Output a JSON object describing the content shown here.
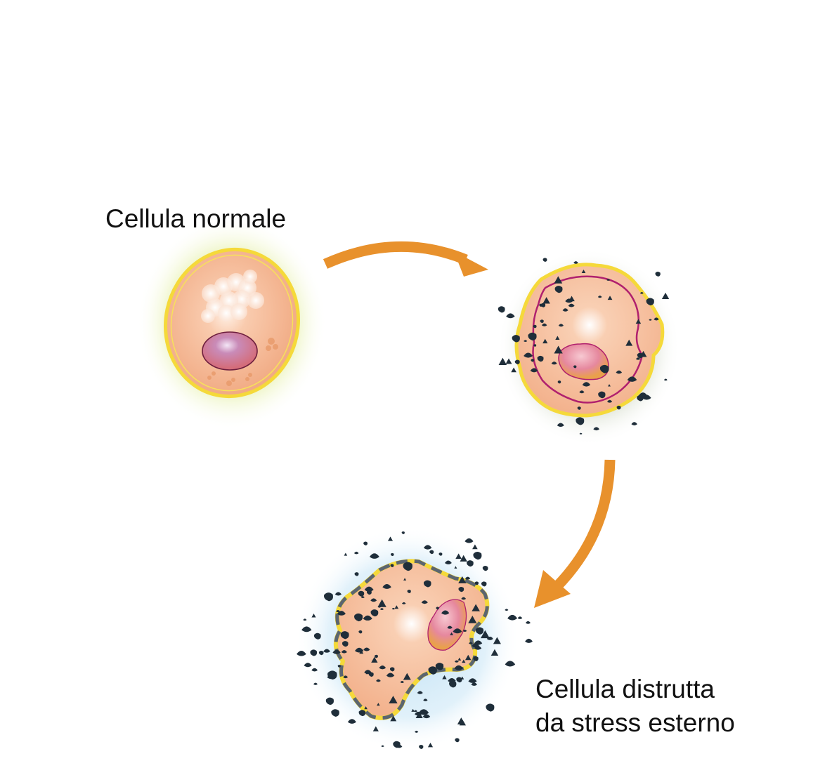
{
  "labels": {
    "normal_cell": "Cellula normale",
    "destroyed_cell_line1": "Cellula distrutta",
    "destroyed_cell_line2": "da stress esterno"
  },
  "colors": {
    "arrow": "#E8912C",
    "cytoplasm": "#F4B48E",
    "membrane": "#F5D93A",
    "nucleus": "#D97A9E",
    "inner_membrane": "#B0206E",
    "particles": "#1F2E3A",
    "glow_green": "#E8F0B0",
    "glow_blue": "#C8E4F4"
  }
}
